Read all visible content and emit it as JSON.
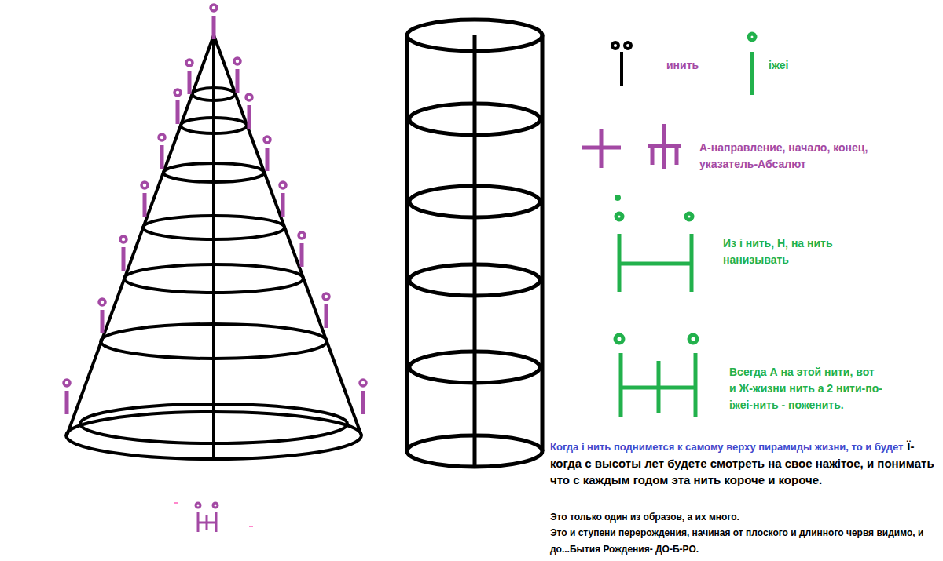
{
  "diagram": {
    "labels": [
      "инить",
      "іжеі",
      "А-направление, начало, конец, указатель-Абсалют",
      "Из і нить, Н, на нить нанизывать",
      "Всегда А на этой нити, вот и Ж-жизни нить а 2 нити-по-іжеі-нить - поженить.",
      "Когда і нить поднимется к самому верху пирамиды жизни, то и будет",
      "Ї- когда с высоты лет будете смотреть на свое нажітое, и понимать что с каждым годом эта нить короче и короче.",
      "Это только один из образов, а их много.",
      "Это и ступени перерождения, начиная от плоского и длинного червя видимо, и до...Бытия Рождения- ДО-Б-РО."
    ]
  }
}
